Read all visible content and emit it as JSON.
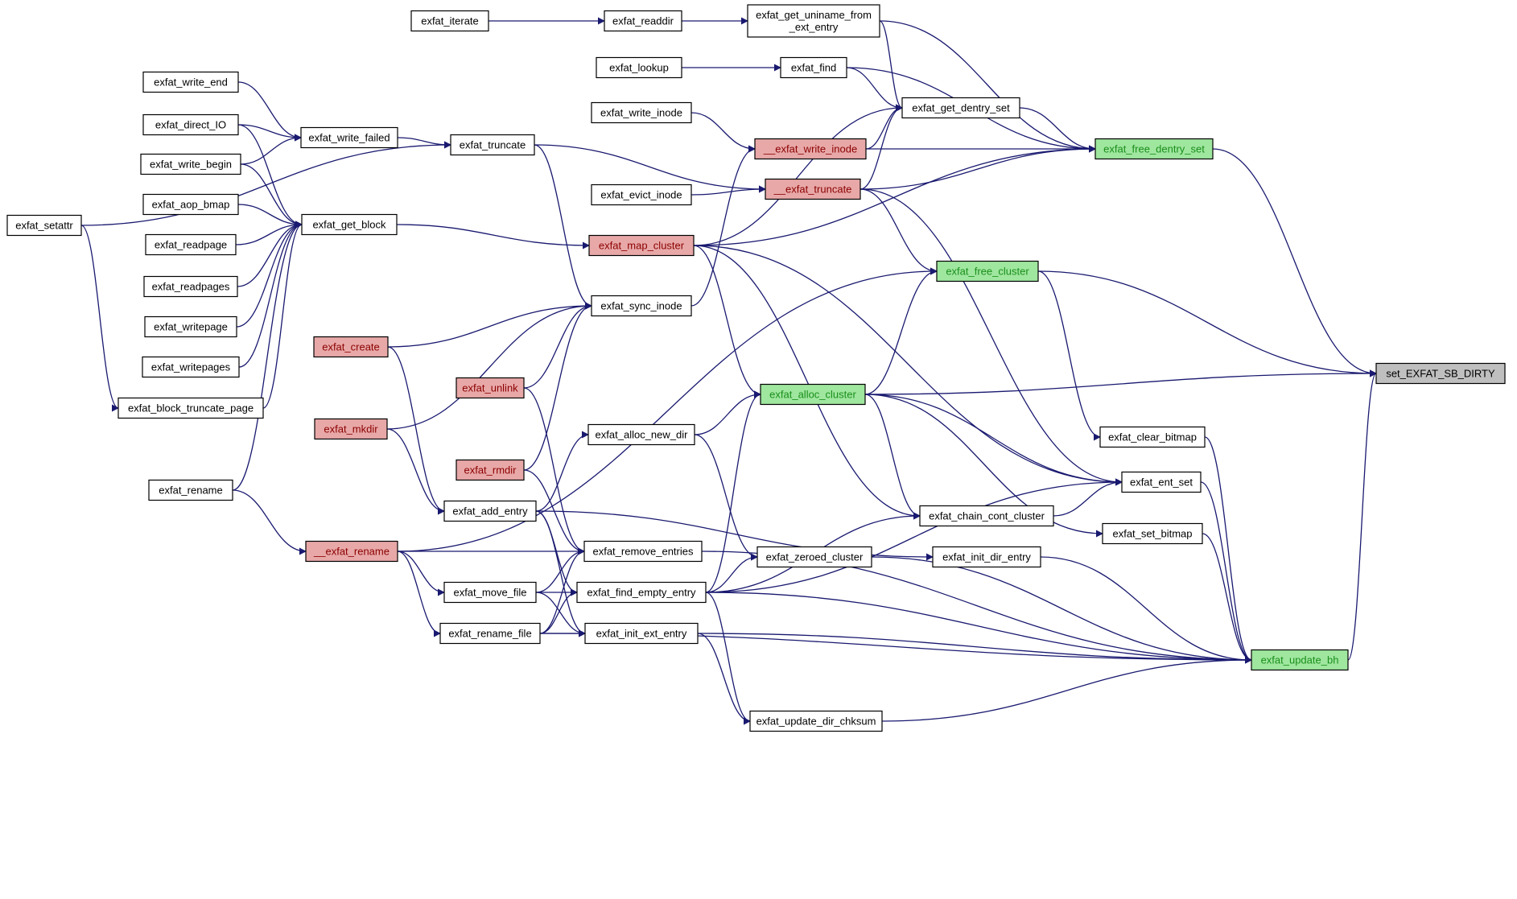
{
  "colors": {
    "edge": "#191970",
    "default_fill": "#ffffff",
    "default_text": "#000000",
    "red_fill": "#e8a8a8",
    "red_text": "#8b0000",
    "green_fill": "#9fe69f",
    "green_text": "#1a8f1a",
    "root_fill": "#bfbfbf",
    "root_text": "#000000"
  },
  "nodes": [
    {
      "id": "exfat_iterate",
      "label": "exfat_iterate",
      "kind": "default"
    },
    {
      "id": "exfat_readdir",
      "label": "exfat_readdir",
      "kind": "default"
    },
    {
      "id": "exfat_get_uniname_from_ext_entry",
      "label": "exfat_get_uniname_from",
      "label2": "_ext_entry",
      "kind": "default"
    },
    {
      "id": "exfat_lookup",
      "label": "exfat_lookup",
      "kind": "default"
    },
    {
      "id": "exfat_find",
      "label": "exfat_find",
      "kind": "default"
    },
    {
      "id": "exfat_write_end",
      "label": "exfat_write_end",
      "kind": "default"
    },
    {
      "id": "exfat_direct_IO",
      "label": "exfat_direct_IO",
      "kind": "default"
    },
    {
      "id": "exfat_write_begin",
      "label": "exfat_write_begin",
      "kind": "default"
    },
    {
      "id": "exfat_write_failed",
      "label": "exfat_write_failed",
      "kind": "default"
    },
    {
      "id": "exfat_truncate",
      "label": "exfat_truncate",
      "kind": "default"
    },
    {
      "id": "exfat_write_inode",
      "label": "exfat_write_inode",
      "kind": "default"
    },
    {
      "id": "exfat_get_dentry_set",
      "label": "exfat_get_dentry_set",
      "kind": "default"
    },
    {
      "id": "__exfat_write_inode",
      "label": "__exfat_write_inode",
      "kind": "red"
    },
    {
      "id": "exfat_free_dentry_set",
      "label": "exfat_free_dentry_set",
      "kind": "green"
    },
    {
      "id": "exfat_evict_inode",
      "label": "exfat_evict_inode",
      "kind": "default"
    },
    {
      "id": "__exfat_truncate",
      "label": "__exfat_truncate",
      "kind": "red"
    },
    {
      "id": "exfat_aop_bmap",
      "label": "exfat_aop_bmap",
      "kind": "default"
    },
    {
      "id": "exfat_setattr",
      "label": "exfat_setattr",
      "kind": "default"
    },
    {
      "id": "exfat_get_block",
      "label": "exfat_get_block",
      "kind": "default"
    },
    {
      "id": "exfat_readpage",
      "label": "exfat_readpage",
      "kind": "default"
    },
    {
      "id": "exfat_map_cluster",
      "label": "exfat_map_cluster",
      "kind": "red"
    },
    {
      "id": "exfat_readpages",
      "label": "exfat_readpages",
      "kind": "default"
    },
    {
      "id": "exfat_free_cluster",
      "label": "exfat_free_cluster",
      "kind": "green"
    },
    {
      "id": "exfat_sync_inode",
      "label": "exfat_sync_inode",
      "kind": "default"
    },
    {
      "id": "exfat_writepage",
      "label": "exfat_writepage",
      "kind": "default"
    },
    {
      "id": "exfat_create",
      "label": "exfat_create",
      "kind": "red"
    },
    {
      "id": "exfat_writepages",
      "label": "exfat_writepages",
      "kind": "default"
    },
    {
      "id": "set_EXFAT_SB_DIRTY",
      "label": "set_EXFAT_SB_DIRTY",
      "kind": "root"
    },
    {
      "id": "exfat_unlink",
      "label": "exfat_unlink",
      "kind": "red"
    },
    {
      "id": "exfat_alloc_cluster",
      "label": "exfat_alloc_cluster",
      "kind": "green"
    },
    {
      "id": "exfat_block_truncate_page",
      "label": "exfat_block_truncate_page",
      "kind": "default"
    },
    {
      "id": "exfat_mkdir",
      "label": "exfat_mkdir",
      "kind": "red"
    },
    {
      "id": "exfat_alloc_new_dir",
      "label": "exfat_alloc_new_dir",
      "kind": "default"
    },
    {
      "id": "exfat_clear_bitmap",
      "label": "exfat_clear_bitmap",
      "kind": "default"
    },
    {
      "id": "exfat_rmdir",
      "label": "exfat_rmdir",
      "kind": "red"
    },
    {
      "id": "exfat_ent_set",
      "label": "exfat_ent_set",
      "kind": "default"
    },
    {
      "id": "exfat_rename",
      "label": "exfat_rename",
      "kind": "default"
    },
    {
      "id": "exfat_add_entry",
      "label": "exfat_add_entry",
      "kind": "default"
    },
    {
      "id": "exfat_chain_cont_cluster",
      "label": "exfat_chain_cont_cluster",
      "kind": "default"
    },
    {
      "id": "exfat_set_bitmap",
      "label": "exfat_set_bitmap",
      "kind": "default"
    },
    {
      "id": "__exfat_rename",
      "label": "__exfat_rename",
      "kind": "red"
    },
    {
      "id": "exfat_remove_entries",
      "label": "exfat_remove_entries",
      "kind": "default"
    },
    {
      "id": "exfat_zeroed_cluster",
      "label": "exfat_zeroed_cluster",
      "kind": "default"
    },
    {
      "id": "exfat_init_dir_entry",
      "label": "exfat_init_dir_entry",
      "kind": "default"
    },
    {
      "id": "exfat_move_file",
      "label": "exfat_move_file",
      "kind": "default"
    },
    {
      "id": "exfat_find_empty_entry",
      "label": "exfat_find_empty_entry",
      "kind": "default"
    },
    {
      "id": "exfat_rename_file",
      "label": "exfat_rename_file",
      "kind": "default"
    },
    {
      "id": "exfat_init_ext_entry",
      "label": "exfat_init_ext_entry",
      "kind": "default"
    },
    {
      "id": "exfat_update_bh",
      "label": "exfat_update_bh",
      "kind": "green"
    },
    {
      "id": "exfat_update_dir_chksum",
      "label": "exfat_update_dir_chksum",
      "kind": "default"
    }
  ],
  "edges": [
    {
      "from": "exfat_iterate",
      "to": "exfat_readdir"
    },
    {
      "from": "exfat_readdir",
      "to": "exfat_get_uniname_from_ext_entry"
    },
    {
      "from": "exfat_get_uniname_from_ext_entry",
      "to": "exfat_free_dentry_set"
    },
    {
      "from": "exfat_get_uniname_from_ext_entry",
      "to": "exfat_get_dentry_set"
    },
    {
      "from": "exfat_lookup",
      "to": "exfat_find"
    },
    {
      "from": "exfat_find",
      "to": "exfat_get_dentry_set"
    },
    {
      "from": "exfat_find",
      "to": "exfat_free_dentry_set"
    },
    {
      "from": "exfat_get_dentry_set",
      "to": "exfat_free_dentry_set"
    },
    {
      "from": "exfat_write_end",
      "to": "exfat_write_failed"
    },
    {
      "from": "exfat_direct_IO",
      "to": "exfat_write_failed"
    },
    {
      "from": "exfat_write_begin",
      "to": "exfat_write_failed"
    },
    {
      "from": "exfat_direct_IO",
      "to": "exfat_get_block"
    },
    {
      "from": "exfat_write_begin",
      "to": "exfat_get_block"
    },
    {
      "from": "exfat_aop_bmap",
      "to": "exfat_get_block"
    },
    {
      "from": "exfat_readpage",
      "to": "exfat_get_block"
    },
    {
      "from": "exfat_readpages",
      "to": "exfat_get_block"
    },
    {
      "from": "exfat_writepage",
      "to": "exfat_get_block"
    },
    {
      "from": "exfat_writepages",
      "to": "exfat_get_block"
    },
    {
      "from": "exfat_block_truncate_page",
      "to": "exfat_get_block"
    },
    {
      "from": "exfat_rename",
      "to": "exfat_get_block"
    },
    {
      "from": "exfat_write_failed",
      "to": "exfat_truncate"
    },
    {
      "from": "exfat_setattr",
      "to": "exfat_truncate"
    },
    {
      "from": "exfat_setattr",
      "to": "exfat_block_truncate_page"
    },
    {
      "from": "exfat_truncate",
      "to": "__exfat_truncate"
    },
    {
      "from": "exfat_truncate",
      "to": "exfat_sync_inode"
    },
    {
      "from": "exfat_write_inode",
      "to": "__exfat_write_inode"
    },
    {
      "from": "__exfat_write_inode",
      "to": "exfat_get_dentry_set"
    },
    {
      "from": "__exfat_write_inode",
      "to": "exfat_free_dentry_set"
    },
    {
      "from": "exfat_evict_inode",
      "to": "__exfat_truncate"
    },
    {
      "from": "__exfat_truncate",
      "to": "exfat_get_dentry_set"
    },
    {
      "from": "__exfat_truncate",
      "to": "exfat_free_dentry_set"
    },
    {
      "from": "__exfat_truncate",
      "to": "exfat_free_cluster"
    },
    {
      "from": "__exfat_truncate",
      "to": "exfat_ent_set"
    },
    {
      "from": "exfat_get_block",
      "to": "exfat_map_cluster"
    },
    {
      "from": "exfat_map_cluster",
      "to": "exfat_free_dentry_set"
    },
    {
      "from": "exfat_map_cluster",
      "to": "exfat_get_dentry_set"
    },
    {
      "from": "exfat_map_cluster",
      "to": "exfat_alloc_cluster"
    },
    {
      "from": "exfat_map_cluster",
      "to": "exfat_ent_set"
    },
    {
      "from": "exfat_map_cluster",
      "to": "exfat_chain_cont_cluster"
    },
    {
      "from": "exfat_sync_inode",
      "to": "__exfat_write_inode"
    },
    {
      "from": "exfat_create",
      "to": "exfat_sync_inode"
    },
    {
      "from": "exfat_mkdir",
      "to": "exfat_sync_inode"
    },
    {
      "from": "exfat_unlink",
      "to": "exfat_sync_inode"
    },
    {
      "from": "exfat_rmdir",
      "to": "exfat_sync_inode"
    },
    {
      "from": "exfat_free_dentry_set",
      "to": "set_EXFAT_SB_DIRTY"
    },
    {
      "from": "exfat_free_cluster",
      "to": "set_EXFAT_SB_DIRTY"
    },
    {
      "from": "exfat_alloc_cluster",
      "to": "set_EXFAT_SB_DIRTY"
    },
    {
      "from": "exfat_update_bh",
      "to": "set_EXFAT_SB_DIRTY"
    },
    {
      "from": "exfat_alloc_cluster",
      "to": "exfat_free_cluster"
    },
    {
      "from": "exfat_alloc_cluster",
      "to": "exfat_ent_set"
    },
    {
      "from": "exfat_alloc_cluster",
      "to": "exfat_set_bitmap"
    },
    {
      "from": "exfat_alloc_cluster",
      "to": "exfat_chain_cont_cluster"
    },
    {
      "from": "exfat_free_cluster",
      "to": "exfat_clear_bitmap"
    },
    {
      "from": "exfat_alloc_new_dir",
      "to": "exfat_alloc_cluster"
    },
    {
      "from": "exfat_alloc_new_dir",
      "to": "exfat_zeroed_cluster"
    },
    {
      "from": "exfat_chain_cont_cluster",
      "to": "exfat_ent_set"
    },
    {
      "from": "exfat_create",
      "to": "exfat_add_entry"
    },
    {
      "from": "exfat_mkdir",
      "to": "exfat_add_entry"
    },
    {
      "from": "exfat_add_entry",
      "to": "exfat_alloc_new_dir"
    },
    {
      "from": "exfat_add_entry",
      "to": "exfat_find_empty_entry"
    },
    {
      "from": "exfat_add_entry",
      "to": "exfat_init_dir_entry"
    },
    {
      "from": "exfat_add_entry",
      "to": "exfat_init_ext_entry"
    },
    {
      "from": "exfat_unlink",
      "to": "exfat_remove_entries"
    },
    {
      "from": "exfat_rmdir",
      "to": "exfat_remove_entries"
    },
    {
      "from": "exfat_rename",
      "to": "__exfat_rename"
    },
    {
      "from": "__exfat_rename",
      "to": "exfat_remove_entries"
    },
    {
      "from": "__exfat_rename",
      "to": "exfat_free_cluster"
    },
    {
      "from": "__exfat_rename",
      "to": "exfat_move_file"
    },
    {
      "from": "__exfat_rename",
      "to": "exfat_rename_file"
    },
    {
      "from": "exfat_move_file",
      "to": "exfat_remove_entries"
    },
    {
      "from": "exfat_move_file",
      "to": "exfat_find_empty_entry"
    },
    {
      "from": "exfat_move_file",
      "to": "exfat_init_ext_entry"
    },
    {
      "from": "exfat_rename_file",
      "to": "exfat_remove_entries"
    },
    {
      "from": "exfat_rename_file",
      "to": "exfat_find_empty_entry"
    },
    {
      "from": "exfat_rename_file",
      "to": "exfat_init_ext_entry"
    },
    {
      "from": "exfat_rename_file",
      "to": "exfat_update_bh"
    },
    {
      "from": "exfat_find_empty_entry",
      "to": "exfat_alloc_cluster"
    },
    {
      "from": "exfat_find_empty_entry",
      "to": "exfat_chain_cont_cluster"
    },
    {
      "from": "exfat_find_empty_entry",
      "to": "exfat_ent_set"
    },
    {
      "from": "exfat_find_empty_entry",
      "to": "exfat_zeroed_cluster"
    },
    {
      "from": "exfat_find_empty_entry",
      "to": "exfat_update_dir_chksum"
    },
    {
      "from": "exfat_find_empty_entry",
      "to": "exfat_update_bh"
    },
    {
      "from": "exfat_init_ext_entry",
      "to": "exfat_update_dir_chksum"
    },
    {
      "from": "exfat_init_ext_entry",
      "to": "exfat_update_bh"
    },
    {
      "from": "exfat_remove_entries",
      "to": "exfat_update_bh"
    },
    {
      "from": "exfat_zeroed_cluster",
      "to": "exfat_update_bh"
    },
    {
      "from": "exfat_init_dir_entry",
      "to": "exfat_update_bh"
    },
    {
      "from": "exfat_update_dir_chksum",
      "to": "exfat_update_bh"
    },
    {
      "from": "exfat_clear_bitmap",
      "to": "exfat_update_bh"
    },
    {
      "from": "exfat_ent_set",
      "to": "exfat_update_bh"
    },
    {
      "from": "exfat_set_bitmap",
      "to": "exfat_update_bh"
    }
  ]
}
